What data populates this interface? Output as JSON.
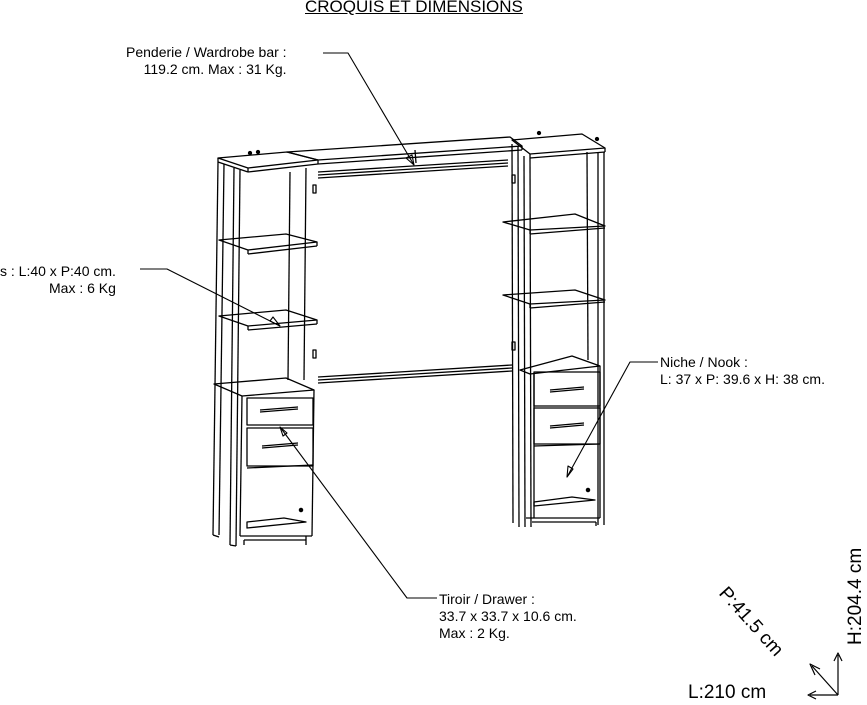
{
  "title": "CROQUIS ET DIMENSIONS",
  "callouts": {
    "wardrobe_bar": {
      "line1": "Penderie / Wardrobe bar :",
      "line2": "119.2 cm. Max : 31 Kg."
    },
    "shelves": {
      "line1": "s : L:40 x P:40 cm.",
      "line2": "Max : 6 Kg"
    },
    "niche": {
      "line1": "Niche / Nook :",
      "line2": "L: 37 x P: 39.6 x H: 38 cm."
    },
    "drawer": {
      "line1": "Tiroir / Drawer :",
      "line2": "33.7 x 33.7 x 10.6 cm.",
      "line3": "Max : 2 Kg."
    }
  },
  "dimensions": {
    "height": "H:204.4 cm",
    "depth": "P:41.5 cm",
    "length": "L:210 cm"
  }
}
